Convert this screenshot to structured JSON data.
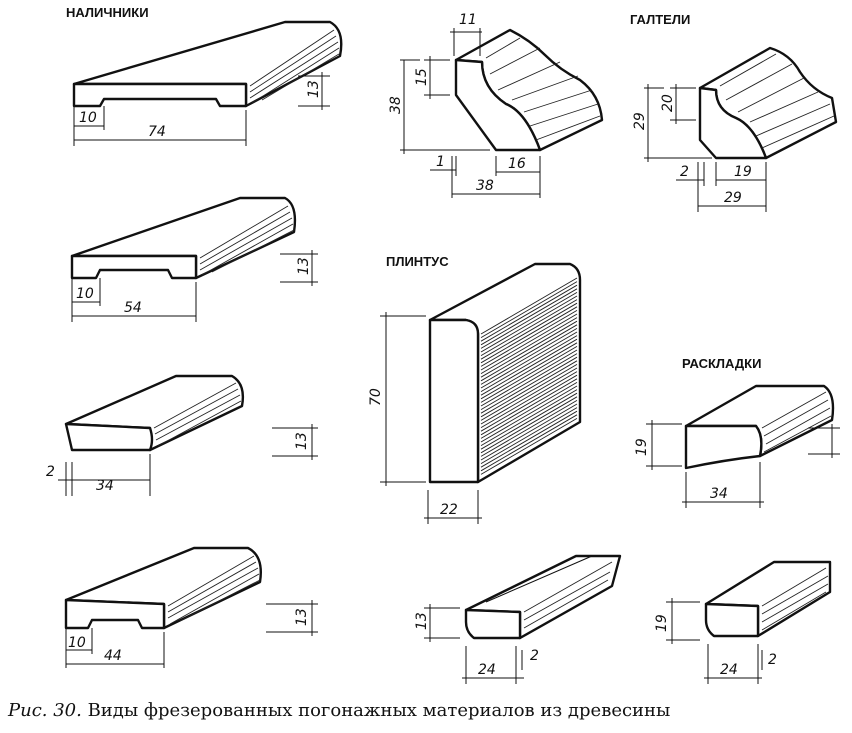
{
  "headings": {
    "nalichniki": "НАЛИЧНИКИ",
    "galteli": "ГАЛТЕЛИ",
    "plintus": "ПЛИНТУС",
    "raskladki": "РАСКЛАДКИ"
  },
  "dims": {
    "n1_h": "13",
    "n1_a": "10",
    "n1_w": "74",
    "n2_h": "13",
    "n2_a": "10",
    "n2_w": "54",
    "n3_h": "13",
    "n3_a": "2",
    "n3_w": "34",
    "n4_h": "13",
    "n4_a": "10",
    "n4_w": "44",
    "g1_top": "11",
    "g1_v1": "15",
    "g1_v2": "38",
    "g1_b1": "1",
    "g1_b2": "16",
    "g1_w": "38",
    "g2_v1": "20",
    "g2_v2": "29",
    "g2_b1": "2",
    "g2_b2": "19",
    "g2_w": "29",
    "p_h": "70",
    "p_w": "22",
    "r1_h": "19",
    "r1_w": "34",
    "r2_h": "19",
    "r2_w": "24",
    "r2_a": "2",
    "r3_h": "13",
    "r3_w": "24",
    "r3_a": "2"
  },
  "caption": {
    "fig": "Рис. 30.",
    "text": " Виды фрезерованных погонажных материалов из древесины"
  }
}
